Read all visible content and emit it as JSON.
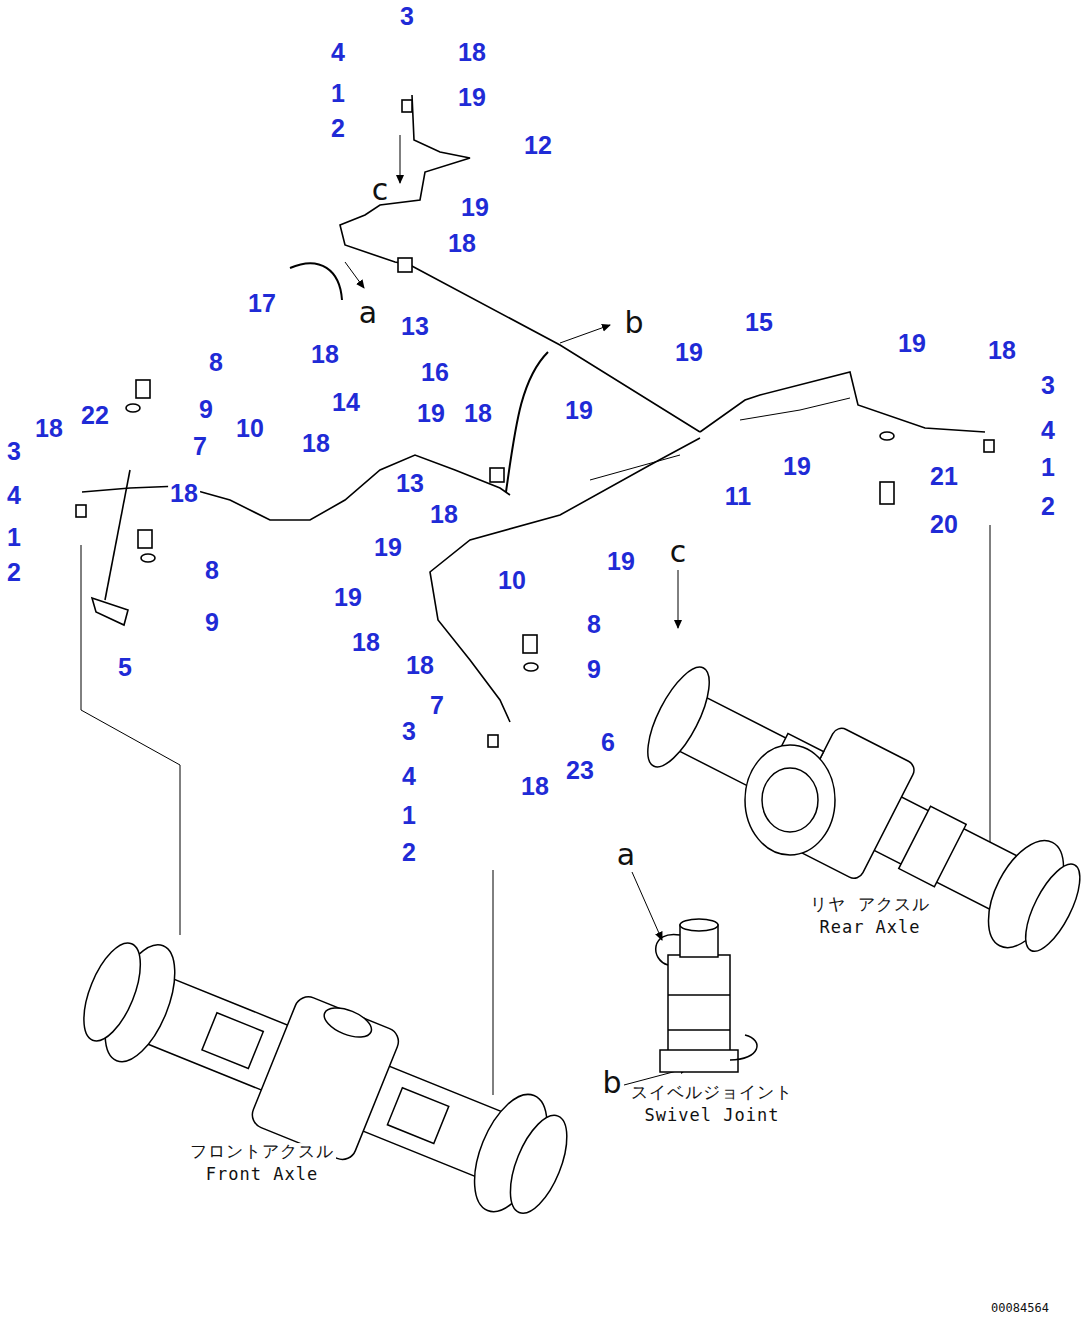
{
  "diagram": {
    "labels": [
      "3",
      "4",
      "18",
      "1",
      "19",
      "2",
      "12",
      "c",
      "19",
      "18",
      "17",
      "a",
      "13",
      "18",
      "b",
      "15",
      "19",
      "18",
      "16",
      "19",
      "8",
      "14",
      "3",
      "18",
      "22",
      "10",
      "9",
      "7",
      "19",
      "18",
      "19",
      "4",
      "3",
      "18",
      "13",
      "11",
      "19",
      "21",
      "1",
      "4",
      "18",
      "18",
      "2",
      "1",
      "19",
      "20",
      "2",
      "8",
      "10",
      "19",
      "19",
      "9",
      "8",
      "18",
      "5",
      "18",
      "9",
      "7",
      "6",
      "3",
      "23",
      "4",
      "18",
      "1",
      "2",
      "c",
      "a",
      "b",
      "リヤ アクスル",
      "Rear Axle",
      "スイベルジョイント",
      "Swivel Joint",
      "フロントアクスル",
      "Front Axle",
      "00084564"
    ]
  }
}
